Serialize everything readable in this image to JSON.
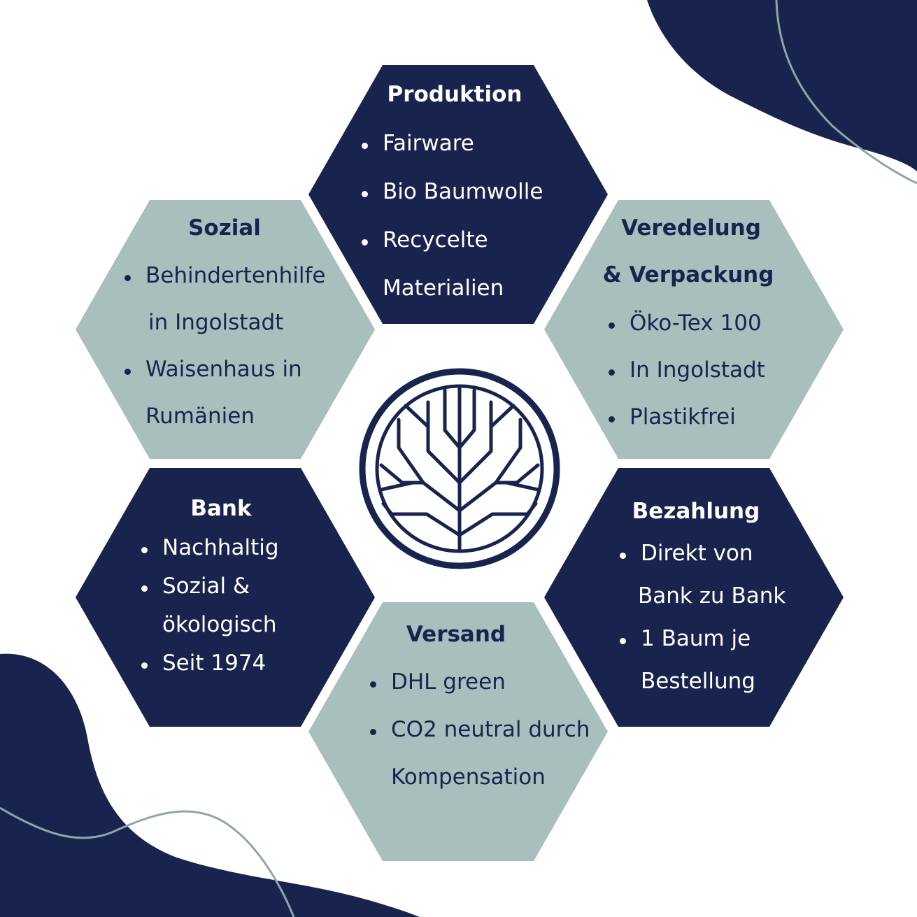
{
  "colors": {
    "navy": "#18244d",
    "sage": "#a9bfbe",
    "background": "#ffffff",
    "curve_line": "#8ea7a6"
  },
  "logo": {
    "icon": "tree-circle-logo-icon"
  },
  "hexagons": {
    "produktion": {
      "title": "Produktion",
      "items": [
        "Fairware",
        "Bio Baumwolle",
        "Recycelte",
        "Materialien"
      ]
    },
    "sozial": {
      "title": "Sozial",
      "items": [
        "Behindertenhilfe",
        "in Ingolstadt",
        "Waisenhaus in",
        "Rumänien"
      ]
    },
    "veredelung": {
      "title_line1": "Veredelung",
      "title_line2": "& Verpackung",
      "items": [
        "Öko-Tex 100",
        "In Ingolstadt",
        "Plastikfrei"
      ]
    },
    "bank": {
      "title": "Bank",
      "items": [
        "Nachhaltig",
        "Sozial &",
        "ökologisch",
        "Seit 1974"
      ]
    },
    "bezahlung": {
      "title": "Bezahlung",
      "items": [
        "Direkt von",
        "Bank zu Bank",
        "1 Baum je",
        "Bestellung"
      ]
    },
    "versand": {
      "title": "Versand",
      "items": [
        "DHL green",
        "CO2 neutral durch",
        "Kompensation"
      ]
    }
  }
}
